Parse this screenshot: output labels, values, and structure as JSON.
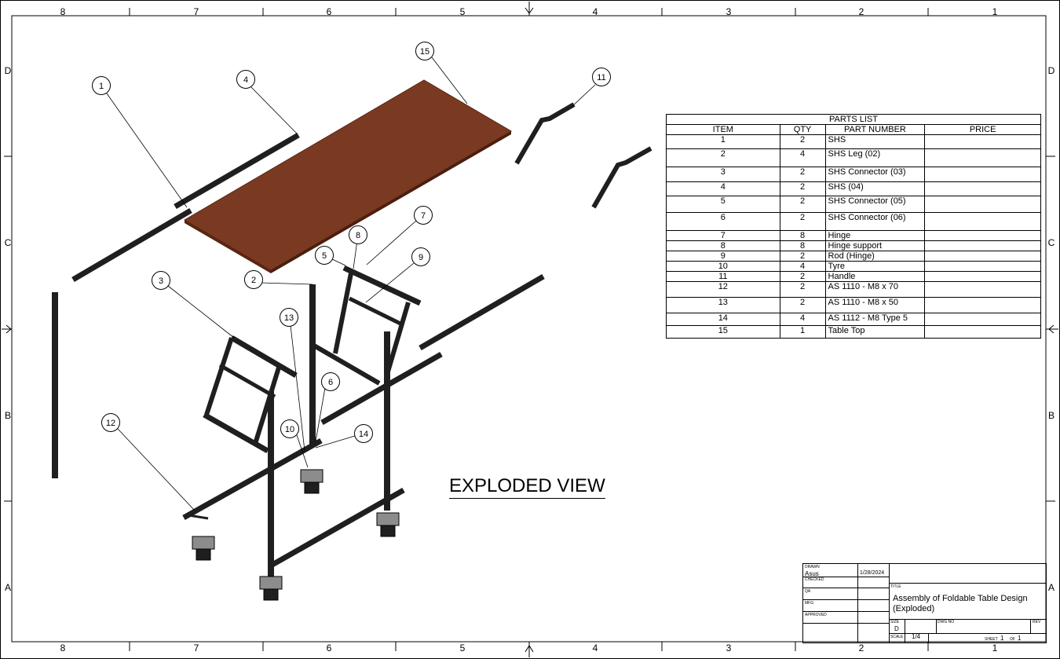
{
  "border": {
    "columns": [
      "8",
      "7",
      "6",
      "5",
      "4",
      "3",
      "2",
      "1"
    ],
    "rows": [
      "D",
      "C",
      "B",
      "A"
    ]
  },
  "view_title": "EXPLODED VIEW",
  "balloons": [
    "1",
    "2",
    "3",
    "4",
    "5",
    "6",
    "7",
    "8",
    "9",
    "10",
    "11",
    "12",
    "13",
    "14",
    "15"
  ],
  "parts_list": {
    "title": "PARTS LIST",
    "headers": [
      "ITEM",
      "QTY",
      "PART NUMBER",
      "PRICE"
    ],
    "rows": [
      {
        "item": "1",
        "qty": "2",
        "part": "SHS",
        "price": ""
      },
      {
        "item": "2",
        "qty": "4",
        "part": "SHS Leg (02)",
        "price": ""
      },
      {
        "item": "3",
        "qty": "2",
        "part": "SHS Connector (03)",
        "price": ""
      },
      {
        "item": "4",
        "qty": "2",
        "part": "SHS  (04)",
        "price": ""
      },
      {
        "item": "5",
        "qty": "2",
        "part": "SHS Connector (05)",
        "price": ""
      },
      {
        "item": "6",
        "qty": "2",
        "part": "SHS Connector (06)",
        "price": ""
      },
      {
        "item": "7",
        "qty": "8",
        "part": "Hinge",
        "price": ""
      },
      {
        "item": "8",
        "qty": "8",
        "part": "Hinge support",
        "price": ""
      },
      {
        "item": "9",
        "qty": "2",
        "part": "Rod (Hinge)",
        "price": ""
      },
      {
        "item": "10",
        "qty": "4",
        "part": "Tyre",
        "price": ""
      },
      {
        "item": "11",
        "qty": "2",
        "part": "Handle",
        "price": ""
      },
      {
        "item": "12",
        "qty": "2",
        "part": "AS 1110 - M8 x 70",
        "price": ""
      },
      {
        "item": "13",
        "qty": "2",
        "part": "AS 1110 - M8 x 50",
        "price": ""
      },
      {
        "item": "14",
        "qty": "4",
        "part": "AS 1112 - M8  Type 5",
        "price": ""
      },
      {
        "item": "15",
        "qty": "1",
        "part": "Table Top",
        "price": ""
      }
    ]
  },
  "title_block": {
    "drawn_label": "DRAWN",
    "drawn_by": "Asus",
    "drawn_date": "1/28/2024",
    "checked_label": "CHECKED",
    "qa_label": "QA",
    "mfg_label": "MFG",
    "approved_label": "APPROVED",
    "title_label": "TITLE",
    "title": "Assembly of Foldable Table Design (Exploded)",
    "size_label": "SIZE",
    "size": "D",
    "dwg_no_label": "DWG NO",
    "rev_label": "REV",
    "scale_label": "SCALE",
    "scale": "1/4",
    "sheet_label": "SHEET",
    "sheet": "1",
    "of_label": "OF",
    "of": "1"
  },
  "colors": {
    "line": "#000000",
    "tube": "#1f1f1f",
    "tube_edge": "#000000",
    "table_top": "#7a3a22",
    "table_top_edge": "#5a2614",
    "caster": "#8c8c8c"
  }
}
